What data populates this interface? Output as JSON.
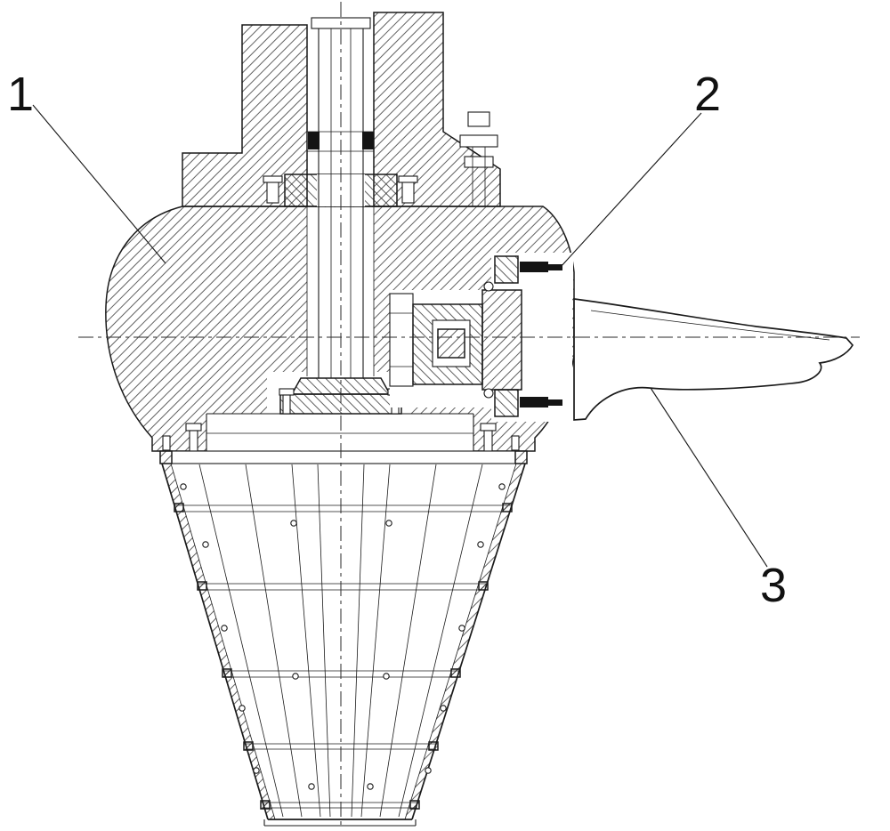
{
  "drawing": {
    "background_color": "#ffffff",
    "line_color": "#1a1a1a",
    "labels": [
      {
        "text": "1"
      },
      {
        "text": "2"
      },
      {
        "text": "3"
      }
    ]
  }
}
